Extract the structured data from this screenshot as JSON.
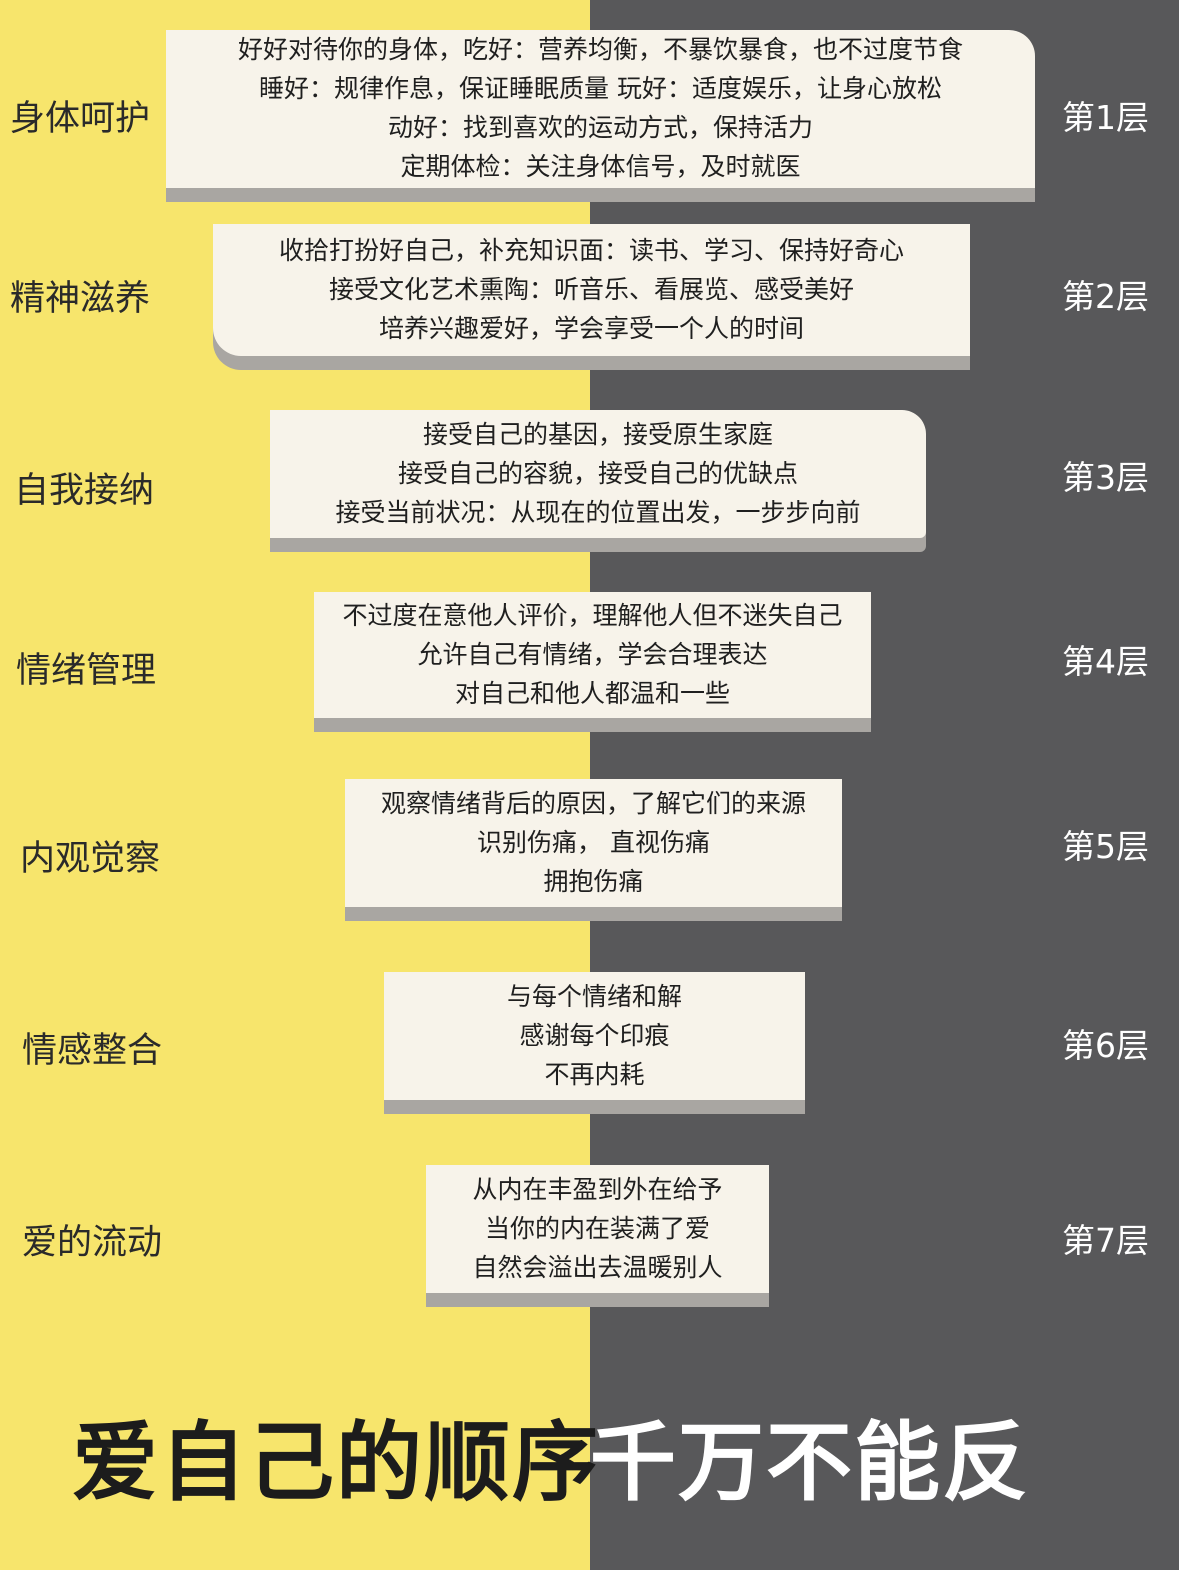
{
  "layers": [
    {
      "label": "身体呵护",
      "level": "第1层",
      "lines": [
        "好好对待你的身体，吃好：营养均衡，不暴饮暴食，也不过度节食",
        "睡好：规律作息，保证睡眠质量  玩好：适度娱乐，让身心放松",
        "动好：找到喜欢的运动方式，保持活力",
        "定期体检：关注身体信号，及时就医"
      ]
    },
    {
      "label": "精神滋养",
      "level": "第2层",
      "lines": [
        "收拾打扮好自己，补充知识面：读书、学习、保持好奇心",
        "接受文化艺术熏陶：听音乐、看展览、感受美好",
        "培养兴趣爱好，学会享受一个人的时间"
      ]
    },
    {
      "label": "自我接纳",
      "level": "第3层",
      "lines": [
        "接受自己的基因，接受原生家庭",
        "接受自己的容貌，接受自己的优缺点",
        "接受当前状况：从现在的位置出发，一步步向前"
      ]
    },
    {
      "label": "情绪管理",
      "level": "第4层",
      "lines": [
        "不过度在意他人评价，理解他人但不迷失自己",
        "允许自己有情绪，学会合理表达",
        "对自己和他人都温和一些"
      ]
    },
    {
      "label": "内观觉察",
      "level": "第5层",
      "lines": [
        "观察情绪背后的原因，了解它们的来源",
        "识别伤痛， 直视伤痛",
        "拥抱伤痛"
      ]
    },
    {
      "label": "情感整合",
      "level": "第6层",
      "lines": [
        "与每个情绪和解",
        "感谢每个印痕",
        "不再内耗"
      ]
    },
    {
      "label": "爱的流动",
      "level": "第7层",
      "lines": [
        "从内在丰盈到外在给予",
        "当你的内在装满了爱",
        "自然会溢出去温暖别人"
      ]
    }
  ],
  "slogan": {
    "part1": "爱自己的顺序",
    "part2": "千万不能反"
  },
  "colors": {
    "left_bg": "#f7e56c",
    "right_bg": "#58585a",
    "card_bg": "#f7f3ea",
    "card_shadow": "#a9a6a2"
  }
}
